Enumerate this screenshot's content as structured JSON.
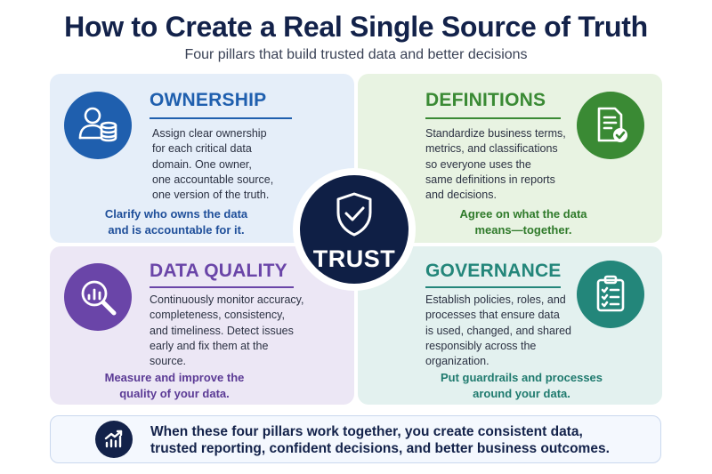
{
  "header": {
    "title": "How to Create a Real Single Source of Truth",
    "subtitle": "Four pillars that build trusted data and better decisions"
  },
  "center": {
    "label": "TRUST",
    "icon": "shield-check-icon"
  },
  "pillars": {
    "ownership": {
      "title": "OWNERSHIP",
      "body": [
        "Assign clear ownership",
        "for each critical data",
        "domain. One owner,",
        "one accountable source,",
        "one version of the truth."
      ],
      "tagline": [
        "Clarify who owns the data",
        "and is accountable for it."
      ],
      "color": "#1f5fae",
      "icon": "person-database-icon"
    },
    "definitions": {
      "title": "DEFINITIONS",
      "body": [
        "Standardize business terms,",
        "metrics, and classifications",
        "so everyone uses the",
        "same definitions in reports",
        "and decisions."
      ],
      "tagline": [
        "Agree on what the data",
        "means—together."
      ],
      "color": "#3a8a34",
      "icon": "document-check-icon"
    },
    "quality": {
      "title": "DATA QUALITY",
      "body": [
        "Continuously monitor accuracy,",
        "completeness, consistency,",
        "and timeliness. Detect issues",
        "early and fix them at the",
        "source."
      ],
      "tagline": [
        "Measure and improve the",
        "quality of your data."
      ],
      "color": "#6a45a8",
      "icon": "magnifier-chart-icon"
    },
    "governance": {
      "title": "GOVERNANCE",
      "body": [
        "Establish policies, roles, and",
        "processes that ensure data",
        "is used, changed, and shared",
        "responsibly across the",
        "organization."
      ],
      "tagline": [
        "Put guardrails and processes",
        "around your data."
      ],
      "color": "#23867a",
      "icon": "clipboard-checklist-icon"
    }
  },
  "footer": {
    "lines": [
      "When these four pillars work together, you create consistent data,",
      "trusted reporting, confident decisions, and better business outcomes."
    ],
    "icon": "growth-chart-icon"
  }
}
